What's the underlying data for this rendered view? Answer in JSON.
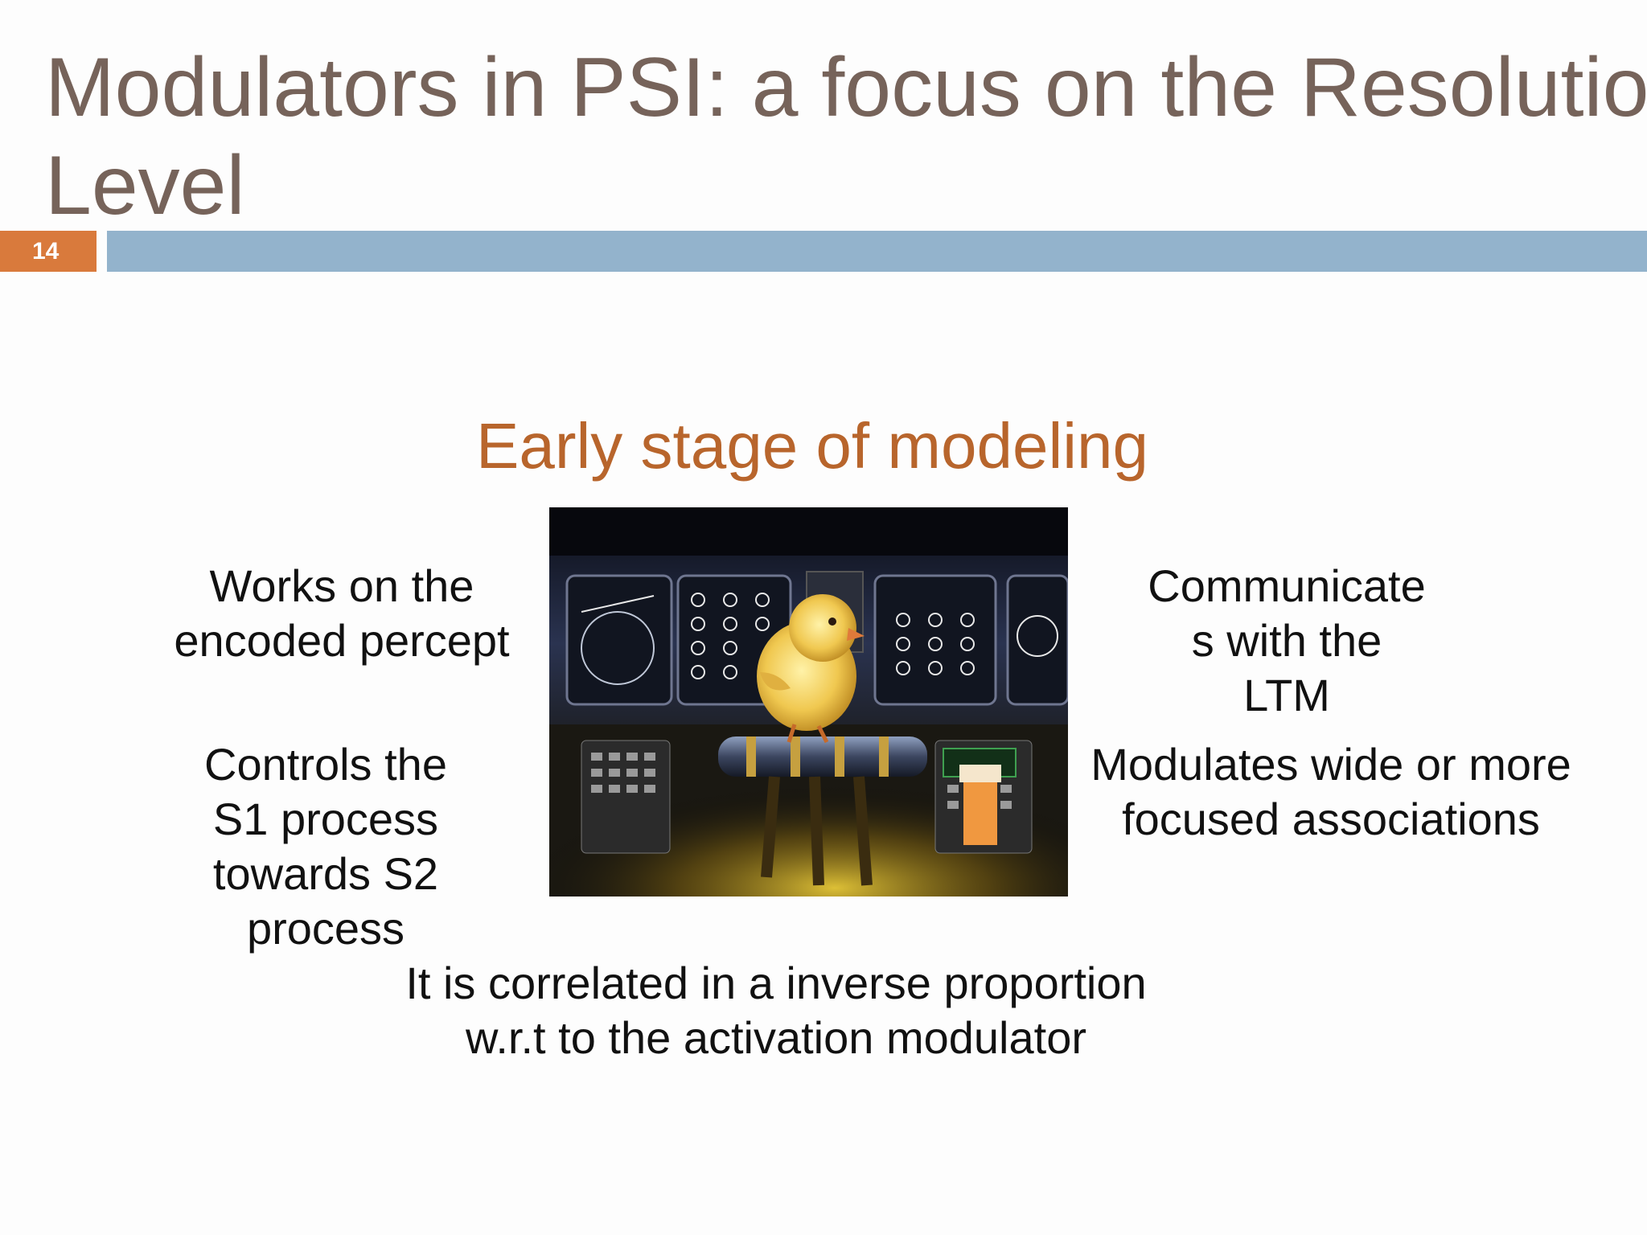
{
  "slide": {
    "title_lines": [
      "Modulators in PSI: a focus on the Resolution",
      "Level"
    ],
    "number": "14",
    "subtitle": "Early stage of modeling",
    "callouts": {
      "top_left": [
        "Works on the",
        "encoded percept"
      ],
      "bottom_left": [
        "Controls the",
        "S1 process",
        "towards S2",
        "process"
      ],
      "top_right": [
        "Communicate",
        "s with the",
        "LTM"
      ],
      "bottom_right": [
        "Modulates wide or more",
        "focused associations"
      ],
      "bottom_center": [
        "It is correlated in a inverse proportion",
        "w.r.t to the activation modulator"
      ]
    },
    "image": {
      "subject": "chick standing on a cockpit throttle lever"
    }
  },
  "colors": {
    "title": "#76635a",
    "accent_orange": "#d97a3c",
    "subtitle": "#b8652c",
    "title_bar_blue": "#93b3cc",
    "body_text": "#111111",
    "background": "#fdfdfd"
  }
}
